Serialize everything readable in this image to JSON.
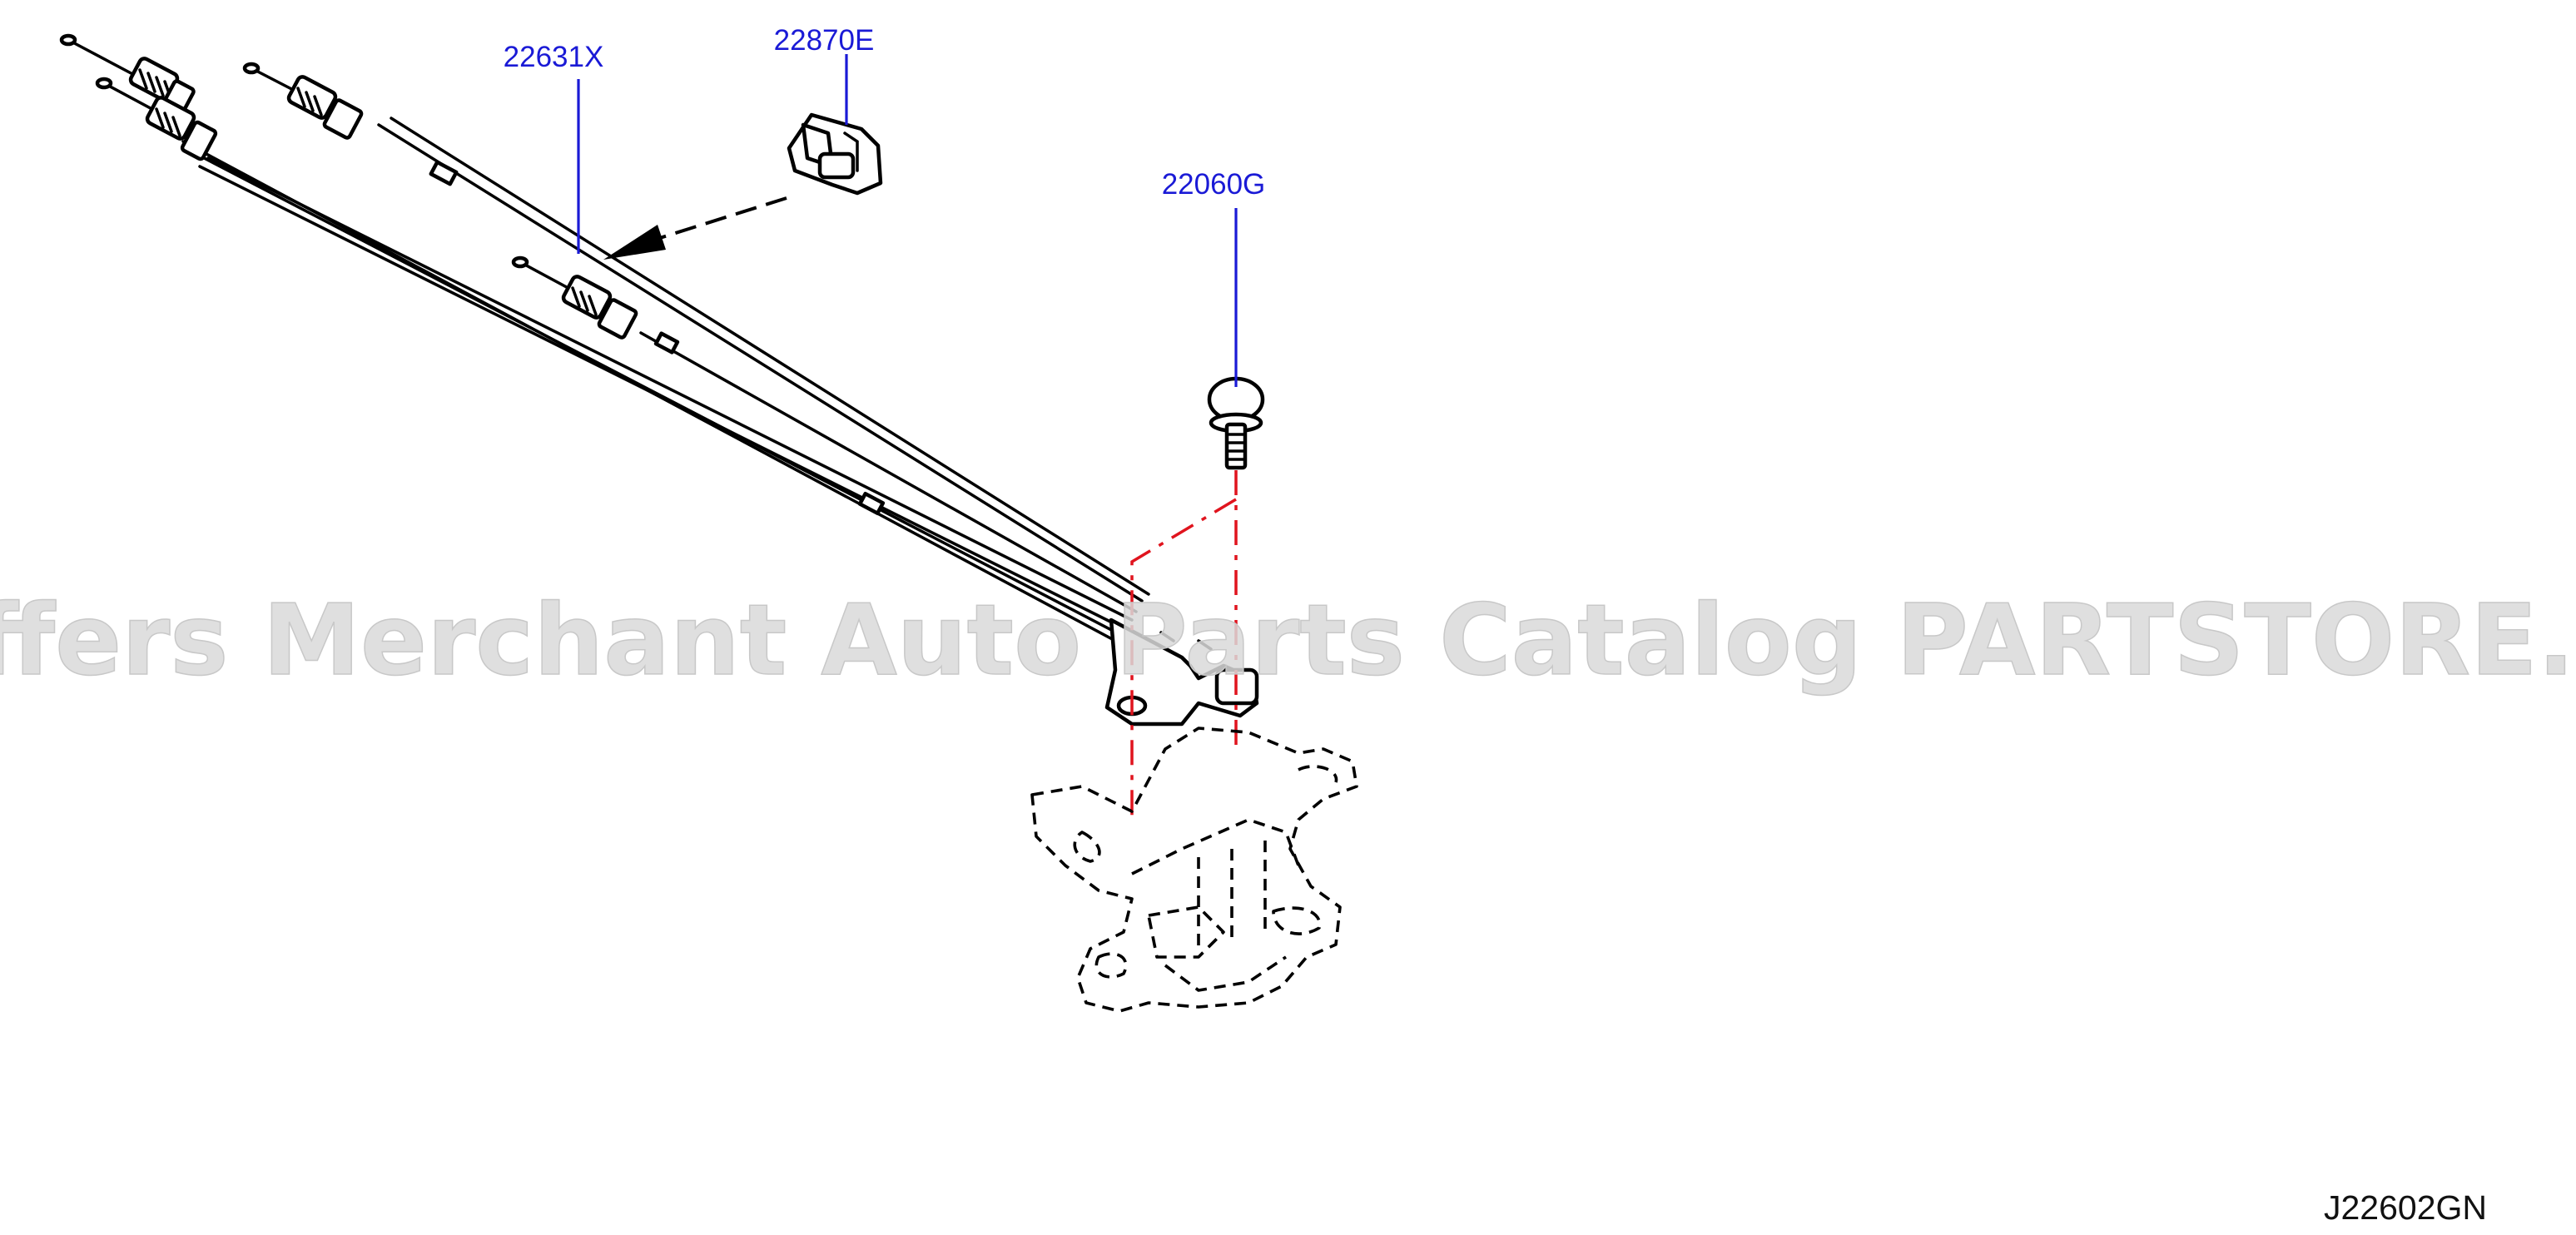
{
  "diagram": {
    "callouts": [
      {
        "id": "cable",
        "label": "22631X"
      },
      {
        "id": "clip",
        "label": "22870E"
      },
      {
        "id": "bolt",
        "label": "22060G"
      }
    ],
    "figure_code": "J22602GN",
    "watermark": "Offers Merchant Auto Parts Catalog PARTSTORE.SA",
    "colors": {
      "callout": "#1a1ad6",
      "reference_line": "#e0141e",
      "line_art": "#000000",
      "watermark": "#d9d9d9"
    }
  }
}
